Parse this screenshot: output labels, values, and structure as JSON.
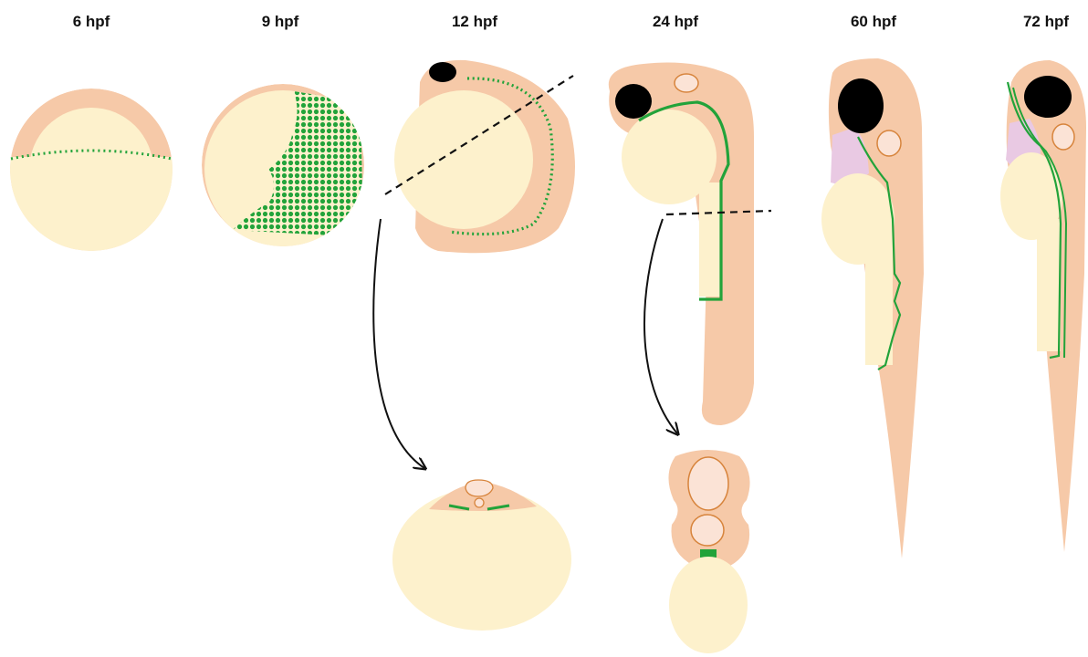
{
  "stages": {
    "hpf6": "6 hpf",
    "hpf9": "9 hpf",
    "hpf12": "12 hpf",
    "hpf24": "24 hpf",
    "hpf60": "60 hpf",
    "hpf72": "72 hpf"
  },
  "colors": {
    "tissue": "#f6c9a8",
    "yolk": "#fdf1cc",
    "green": "#22a33a",
    "eye": "#000000",
    "otic": "#fbe3d6",
    "otic_outline": "#d7843c",
    "liver": "#e9c9e3",
    "arrow": "#111111"
  }
}
